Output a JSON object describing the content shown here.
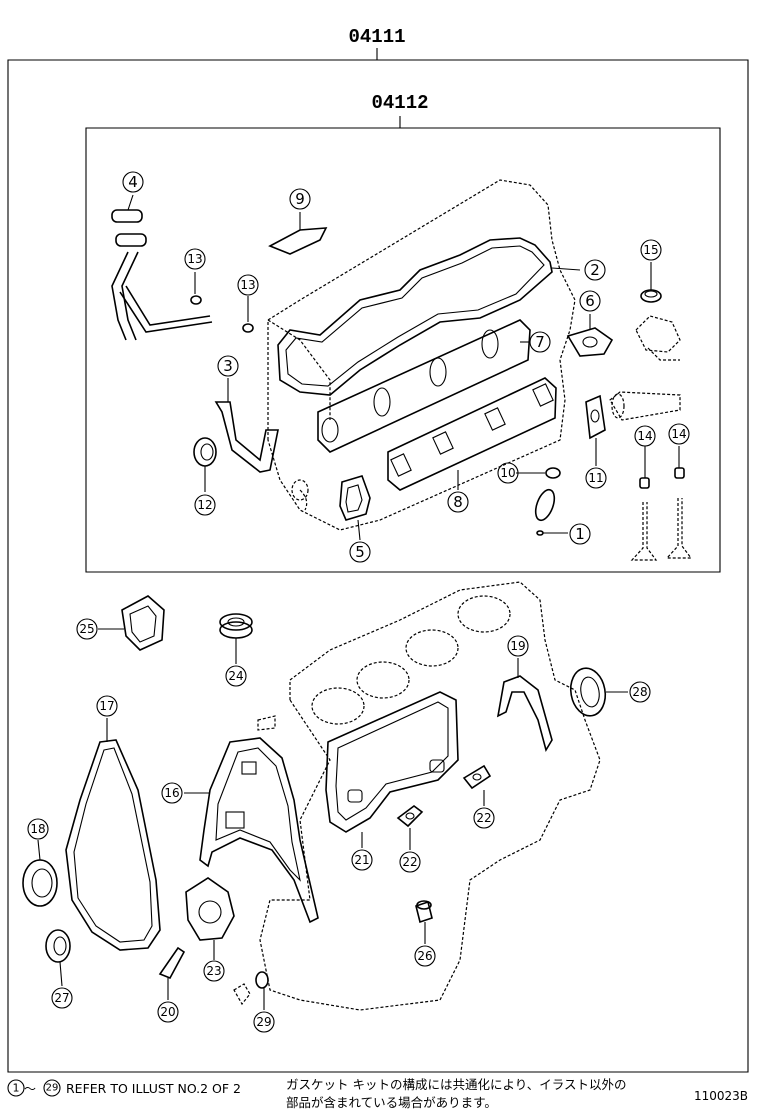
{
  "kits": {
    "outer": "04111",
    "inner": "04112"
  },
  "callouts": [
    "1",
    "2",
    "3",
    "4",
    "5",
    "6",
    "7",
    "8",
    "9",
    "10",
    "11",
    "12",
    "13",
    "13",
    "14",
    "14",
    "15",
    "16",
    "17",
    "18",
    "19",
    "20",
    "21",
    "22",
    "22",
    "23",
    "24",
    "25",
    "26",
    "27",
    "28",
    "29"
  ],
  "notes": {
    "range_start": "1",
    "range_end": "29",
    "range_sep": "～",
    "refer": "REFER TO ILLUST NO.2 OF 2",
    "jp_line1": "ガスケット キットの構成には共通化により、イラスト以外の",
    "jp_line2": "部品が含まれている場合があります。",
    "code": "110023B"
  }
}
